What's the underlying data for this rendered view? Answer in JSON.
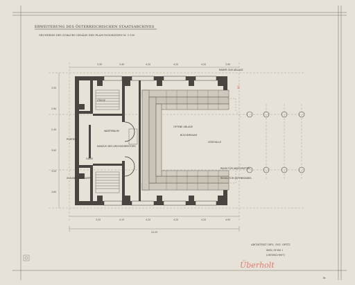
{
  "drawing": {
    "title": "ERWEITERUNG DES ÖSTERREICHISCHEN STAATSARCHIVES",
    "subtitle": "GRUNDRISS DES ZUBAUES GEMÄSS DEN PLANUNGSSKIZZEN M. 1:100",
    "stamp_lines": [
      "ARCHITEKT DIPL. ING. OPITZ",
      "WIEN, IM MAI 1",
      "(UNTERSCHRIFT)"
    ],
    "signature": "Überholt",
    "sheet_mark": "Nr.",
    "room_labels": [
      "RAMPE ZUR ABLAGE",
      "WARTERAUM",
      "KANZLEI DES ARCHIVDIREKTORS",
      "OFFENE ABLAGE",
      "GANG",
      "STIEGE",
      "PORTIER",
      "BÜCHERRAUM",
      "LESEHALLE",
      "RAUM FÜR ABSCHRIFTEN",
      "REGAL FÜR AKTENBÜNDEL",
      "ZUGANG ZUR RAMPE"
    ],
    "dim_top": [
      "3.30",
      "3.40",
      "4.20",
      "4.20",
      "4.20",
      "3.95"
    ],
    "dim_bottom": [
      "3.20",
      "4.15",
      "4.20",
      "4.20",
      "4.20",
      "4.50"
    ],
    "dim_left": [
      "3.50",
      "2.90",
      "2.40",
      "3.00",
      "3.20",
      "3.60"
    ],
    "dim_total": "24.25"
  }
}
